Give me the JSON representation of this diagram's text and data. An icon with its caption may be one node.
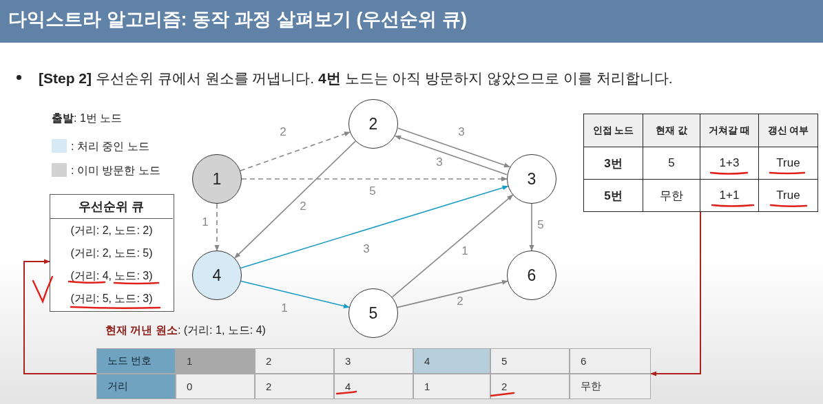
{
  "diagram": {
    "title": "다익스트라 알고리즘: 동작 과정 살펴보기 (우선순위 큐)",
    "nodes": [
      {
        "text": [
          "1"
        ]
      },
      {
        "text": [
          "2"
        ]
      },
      {
        "text": [
          "3"
        ]
      },
      {
        "text": [
          "4"
        ]
      },
      {
        "text": [
          "5"
        ]
      },
      {
        "text": [
          "6"
        ]
      },
      {
        "text": [
          "우선순위 큐",
          "(거리: 2, 노드: 2)",
          "(거리: 2, 노드: 5)",
          "(거리: 4, 노드: 3)",
          "(거리: 5, 노드: 3)"
        ]
      },
      {
        "text": [
          "노드 번호",
          "1",
          "2",
          "3",
          "4",
          "5",
          "6",
          "거리",
          "0",
          "2",
          "4",
          "1",
          "2",
          "무한"
        ]
      },
      {
        "text": [
          "인접 노드",
          "현재 값",
          "거쳐갈 때",
          "갱신 여부",
          "3번",
          "5",
          "1+3",
          "True",
          "5번",
          "무한",
          "1+1",
          "True"
        ]
      }
    ],
    "edges": [
      {
        "from": 0,
        "to": 1,
        "arrow": "to",
        "label": "2",
        "style": "dashed"
      },
      {
        "from": 0,
        "to": 2,
        "arrow": "to",
        "label": "5",
        "style": "dashed"
      },
      {
        "from": 0,
        "to": 3,
        "arrow": "to",
        "label": "1",
        "style": "dashed"
      },
      {
        "from": 1,
        "to": 2,
        "arrow": "to",
        "label": "3"
      },
      {
        "from": 2,
        "to": 1,
        "arrow": "to",
        "label": "3"
      },
      {
        "from": 1,
        "to": 3,
        "arrow": "to",
        "label": "2"
      },
      {
        "from": 3,
        "to": 2,
        "arrow": "to",
        "label": "3",
        "color": "#1a9bc7"
      },
      {
        "from": 3,
        "to": 4,
        "arrow": "to",
        "label": "1",
        "color": "#1a9bc7"
      },
      {
        "from": 4,
        "to": 2,
        "arrow": "to",
        "label": "1"
      },
      {
        "from": 4,
        "to": 5,
        "arrow": "to",
        "label": "2"
      },
      {
        "from": 2,
        "to": 5,
        "arrow": "to",
        "label": "5"
      },
      {
        "from": 7,
        "to": 6,
        "arrow": "to",
        "color": "#b0201c"
      },
      {
        "from": 8,
        "to": 7,
        "arrow": "to",
        "color": "#b0201c"
      }
    ],
    "labels": [
      "**[Step 2]** 우선순위 큐에서 원소를 꺼냅니다. **4번** 노드는 아직 방문하지 않았으므로 이를 처리합니다.",
      "**출발**: 1번 노드",
      "**현재 꺼낸 원소**: (거리: 1, 노드: 4)"
    ],
    "legend": [
      {
        "text": ": 처리 중인 노드",
        "color": "#d6eaf5"
      },
      {
        "text": ": 이미 방문한 노드",
        "color": "#d2d2d2"
      }
    ]
  }
}
